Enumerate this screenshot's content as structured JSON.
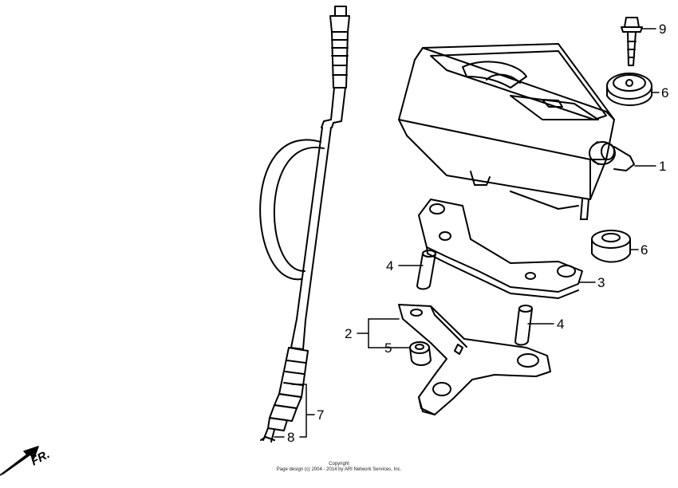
{
  "callouts": {
    "c1": "1",
    "c2": "2",
    "c3": "3",
    "c4a": "4",
    "c4b": "4",
    "c5": "5",
    "c6a": "6",
    "c6b": "6",
    "c7": "7",
    "c8": "8",
    "c9": "9"
  },
  "direction_label": "FR.",
  "copyright": {
    "line1": "Copyright",
    "line2": "Page design (c) 2004 - 2014 by ARI Network Services, Inc."
  }
}
